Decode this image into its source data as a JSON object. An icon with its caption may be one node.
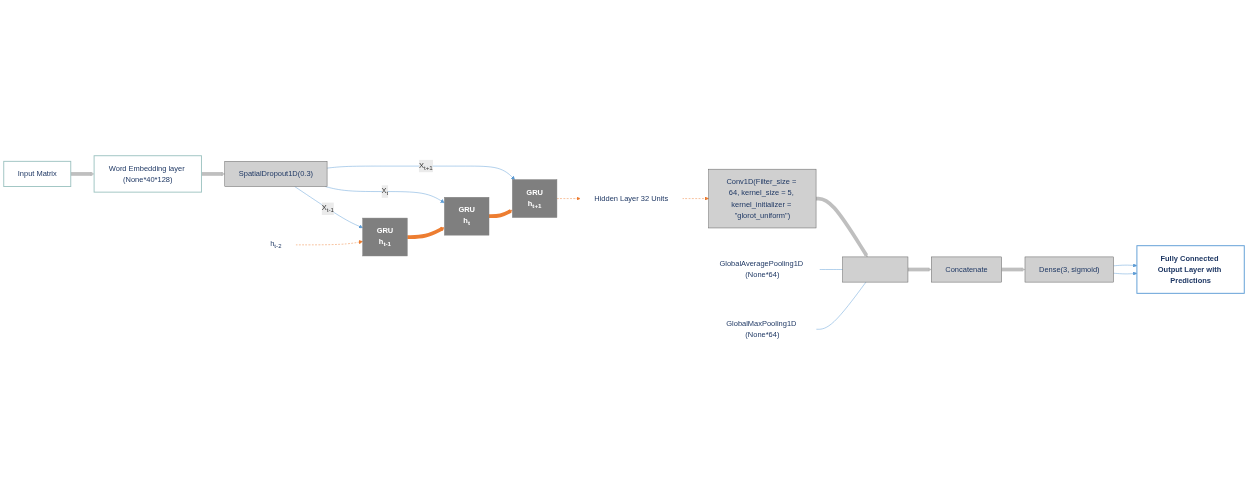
{
  "diagram": {
    "nodes": [
      {
        "text": [
          "Input Matrix"
        ]
      },
      {
        "text": [
          "Word Embedding layer (None*40*128)"
        ]
      },
      {
        "text": [
          "SpatialDropout1D(0.3)"
        ]
      },
      {
        "text": [
          "h$_{t-2}$"
        ]
      },
      {
        "text": [
          "GRU",
          "h$_{t-1}$"
        ]
      },
      {
        "text": [
          "GRU",
          "h$_{t}$"
        ]
      },
      {
        "text": [
          "GRU",
          "h$_{t+1}$"
        ]
      },
      {
        "text": [
          "Hidden Layer 32 Units"
        ]
      },
      {
        "text": [
          "Conv1D(Filter_size = 64, kernel_size = 5, kernel_initializer = \"glorot_uniform\")"
        ]
      },
      {
        "text": [],
        "shape": "bar"
      },
      {
        "text": [
          "GlobalAveragePooling1D (None*64)"
        ]
      },
      {
        "text": [
          "GlobalMaxPooling1D (None*64)"
        ]
      },
      {
        "text": [
          "Concatenate"
        ]
      },
      {
        "text": [
          "Dense(3, sigmoid)"
        ]
      },
      {
        "text": [
          "Fully Connected Output Layer with Predictions"
        ]
      }
    ],
    "edges": [
      {
        "from": 0,
        "to": 1,
        "arrow": "to",
        "style": "thick",
        "color": "#bfbfbf"
      },
      {
        "from": 1,
        "to": 2,
        "arrow": "to",
        "style": "thick",
        "color": "#bfbfbf"
      },
      {
        "from": 2,
        "to": 4,
        "arrow": "to",
        "label": "X$_{t-1}$",
        "color": "#5b9bd5"
      },
      {
        "from": 2,
        "to": 5,
        "arrow": "to",
        "label": "X$_{t}$",
        "color": "#5b9bd5"
      },
      {
        "from": 2,
        "to": 6,
        "arrow": "to",
        "label": "X$_{t+1}$",
        "color": "#5b9bd5"
      },
      {
        "from": 3,
        "to": 4,
        "arrow": "to",
        "style": "dashed",
        "color": "#ed7d31"
      },
      {
        "from": 4,
        "to": 5,
        "arrow": "to",
        "style": "thick",
        "color": "#ed7d31"
      },
      {
        "from": 5,
        "to": 6,
        "arrow": "to",
        "style": "thick",
        "color": "#ed7d31"
      },
      {
        "from": 6,
        "to": 7,
        "arrow": "to",
        "style": "dashed",
        "color": "#ed7d31"
      },
      {
        "from": 7,
        "to": 8,
        "arrow": "to",
        "style": "dashed",
        "color": "#ed7d31"
      },
      {
        "from": 8,
        "to": 9,
        "arrow": "to",
        "style": "thick",
        "color": "#bfbfbf"
      },
      {
        "from": 10,
        "to": 9,
        "arrow": "none",
        "color": "#5b9bd5"
      },
      {
        "from": 11,
        "to": 9,
        "arrow": "none",
        "color": "#5b9bd5"
      },
      {
        "from": 9,
        "to": 12,
        "arrow": "to",
        "style": "thick",
        "color": "#bfbfbf"
      },
      {
        "from": 12,
        "to": 13,
        "arrow": "to",
        "style": "thick",
        "color": "#bfbfbf"
      },
      {
        "from": 13,
        "to": 14,
        "arrow": "to",
        "color": "#5b9bd5"
      },
      {
        "from": 13,
        "to": 14,
        "arrow": "to",
        "color": "#5b9bd5"
      }
    ]
  }
}
